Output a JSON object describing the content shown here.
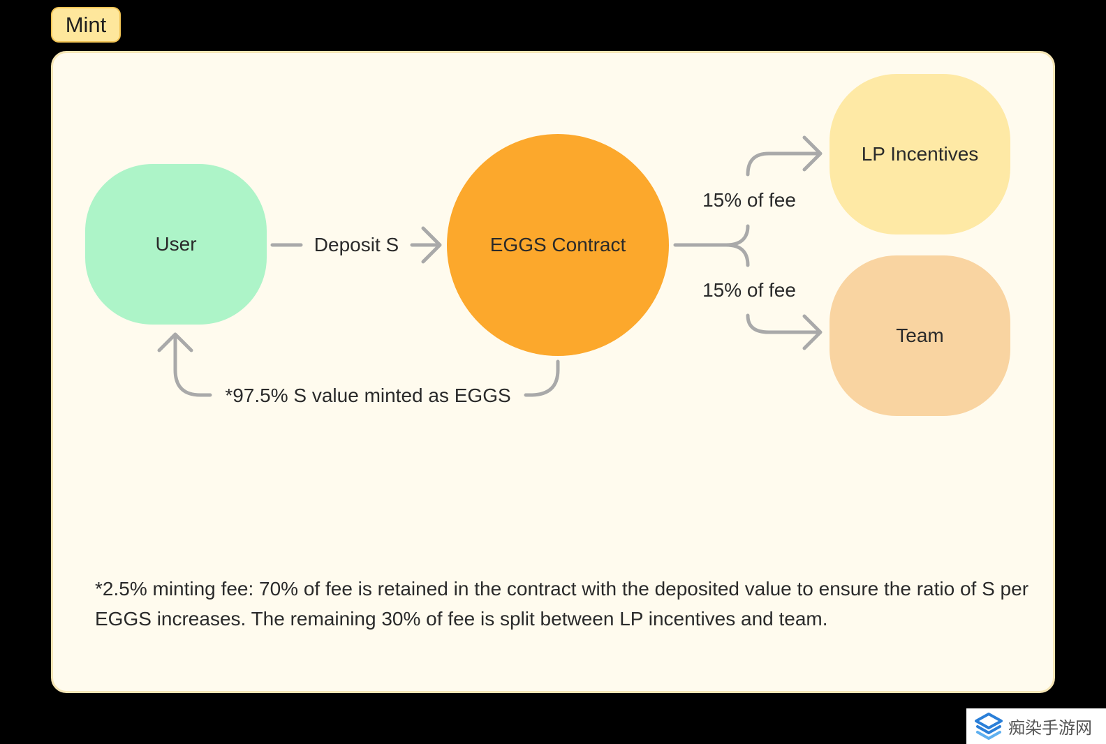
{
  "badge": {
    "label": "Mint"
  },
  "nodes": {
    "user": "User",
    "contract": "EGGS Contract",
    "lp_incentives": "LP Incentives",
    "team": "Team"
  },
  "edges": {
    "deposit": "Deposit S",
    "fee_to_lp": "15% of fee",
    "fee_to_team": "15% of fee",
    "minted_back": "*97.5% S value minted as EGGS"
  },
  "footnote": "*2.5% minting fee: 70% of fee is retained in the contract with the deposited value to ensure the ratio of S per EGGS increases. The remaining 30% of fee is split between LP incentives and team.",
  "watermark": {
    "text": "痴染手游网",
    "logo_icon": "stacked-layers-icon"
  },
  "colors": {
    "page_background": "#000000",
    "panel": "#fffbee",
    "badge": "#fee79c",
    "user": "#adf4c8",
    "contract": "#fca82c",
    "lp_incentives": "#fee9a5",
    "team": "#f9d4a1",
    "arrow": "#a9a9a9",
    "text": "#2a2a2a"
  }
}
